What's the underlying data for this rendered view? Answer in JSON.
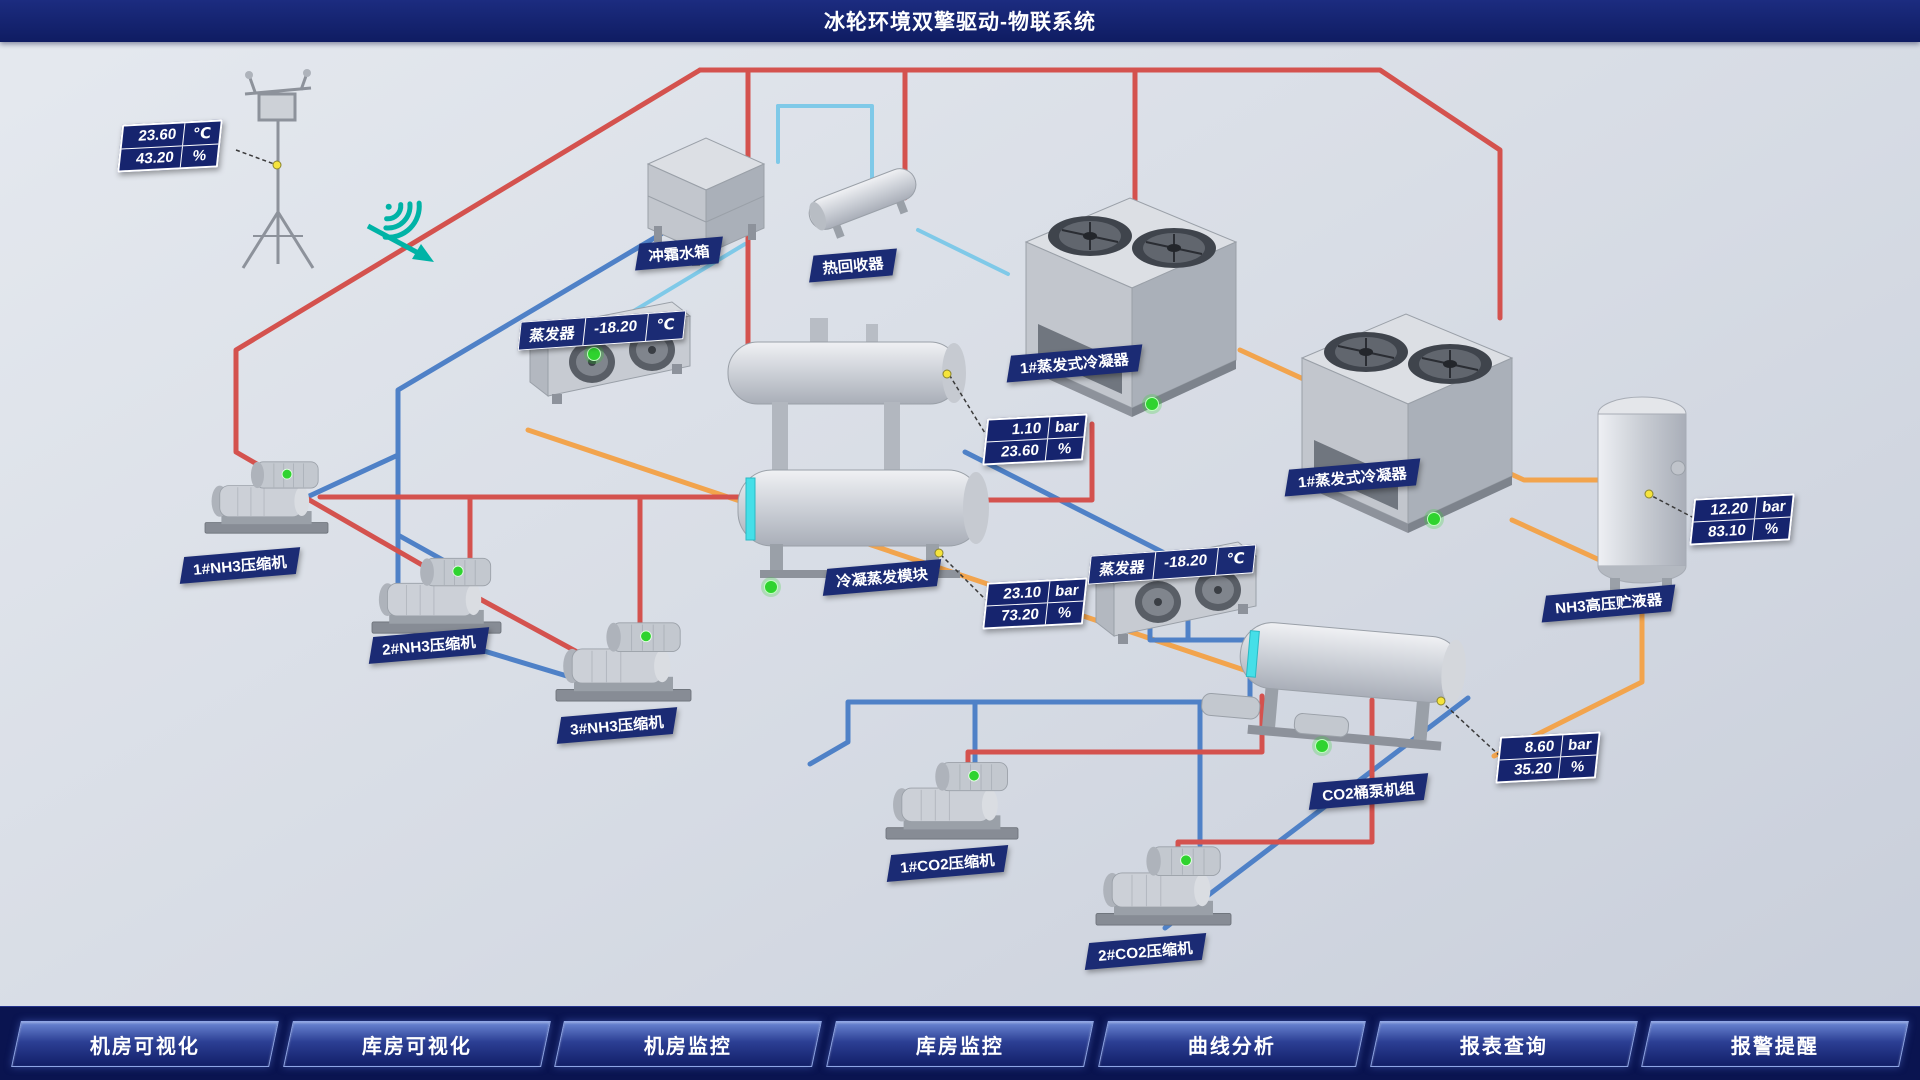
{
  "header": {
    "title": "冰轮环境双擎驱动-物联系统"
  },
  "colors": {
    "header_bg": "#101d63",
    "canvas_bg": "#d6dbe4",
    "label_bg": "#1b2b74",
    "pipe_red": "#d4524e",
    "pipe_blue": "#4f81c7",
    "pipe_orange": "#f2a44d",
    "pipe_cyan": "#7fc9e8",
    "status_green": "#2fd32f",
    "indicator_yellow": "#f6e43c",
    "wifi_teal": "#00b3a6"
  },
  "weather": {
    "temp": "23.60",
    "temp_unit": "℃",
    "humidity": "43.20",
    "humidity_unit": "%"
  },
  "equipment": {
    "defrost_tank": "冲霜水箱",
    "heat_recovery": "热回收器",
    "condenser_a": "1#蒸发式冷凝器",
    "condenser_b": "1#蒸发式冷凝器",
    "evaporator_left": {
      "label": "蒸发器",
      "temp": "-18.20",
      "unit": "℃"
    },
    "evaporator_right": {
      "label": "蒸发器",
      "temp": "-18.20",
      "unit": "℃"
    },
    "condensation_module": "冷凝蒸发模块",
    "nh3_receiver": "NH3高压贮液器",
    "co2_pump_unit": "CO2桶泵机组",
    "nh3_compressor_1": "1#NH3压缩机",
    "nh3_compressor_2": "2#NH3压缩机",
    "nh3_compressor_3": "3#NH3压缩机",
    "co2_compressor_1": "1#CO2压缩机",
    "co2_compressor_2": "2#CO2压缩机"
  },
  "gauges": {
    "module_top": {
      "pressure": "1.10",
      "pressure_unit": "bar",
      "level": "23.60",
      "level_unit": "%"
    },
    "module_bottom": {
      "pressure": "23.10",
      "pressure_unit": "bar",
      "level": "73.20",
      "level_unit": "%"
    },
    "nh3_receiver": {
      "pressure": "12.20",
      "pressure_unit": "bar",
      "level": "83.10",
      "level_unit": "%"
    },
    "co2_pump_unit": {
      "pressure": "8.60",
      "pressure_unit": "bar",
      "level": "35.20",
      "level_unit": "%"
    }
  },
  "nav": {
    "items": [
      {
        "label": "机房可视化"
      },
      {
        "label": "库房可视化"
      },
      {
        "label": "机房监控"
      },
      {
        "label": "库房监控"
      },
      {
        "label": "曲线分析"
      },
      {
        "label": "报表查询"
      },
      {
        "label": "报警提醒"
      }
    ]
  }
}
